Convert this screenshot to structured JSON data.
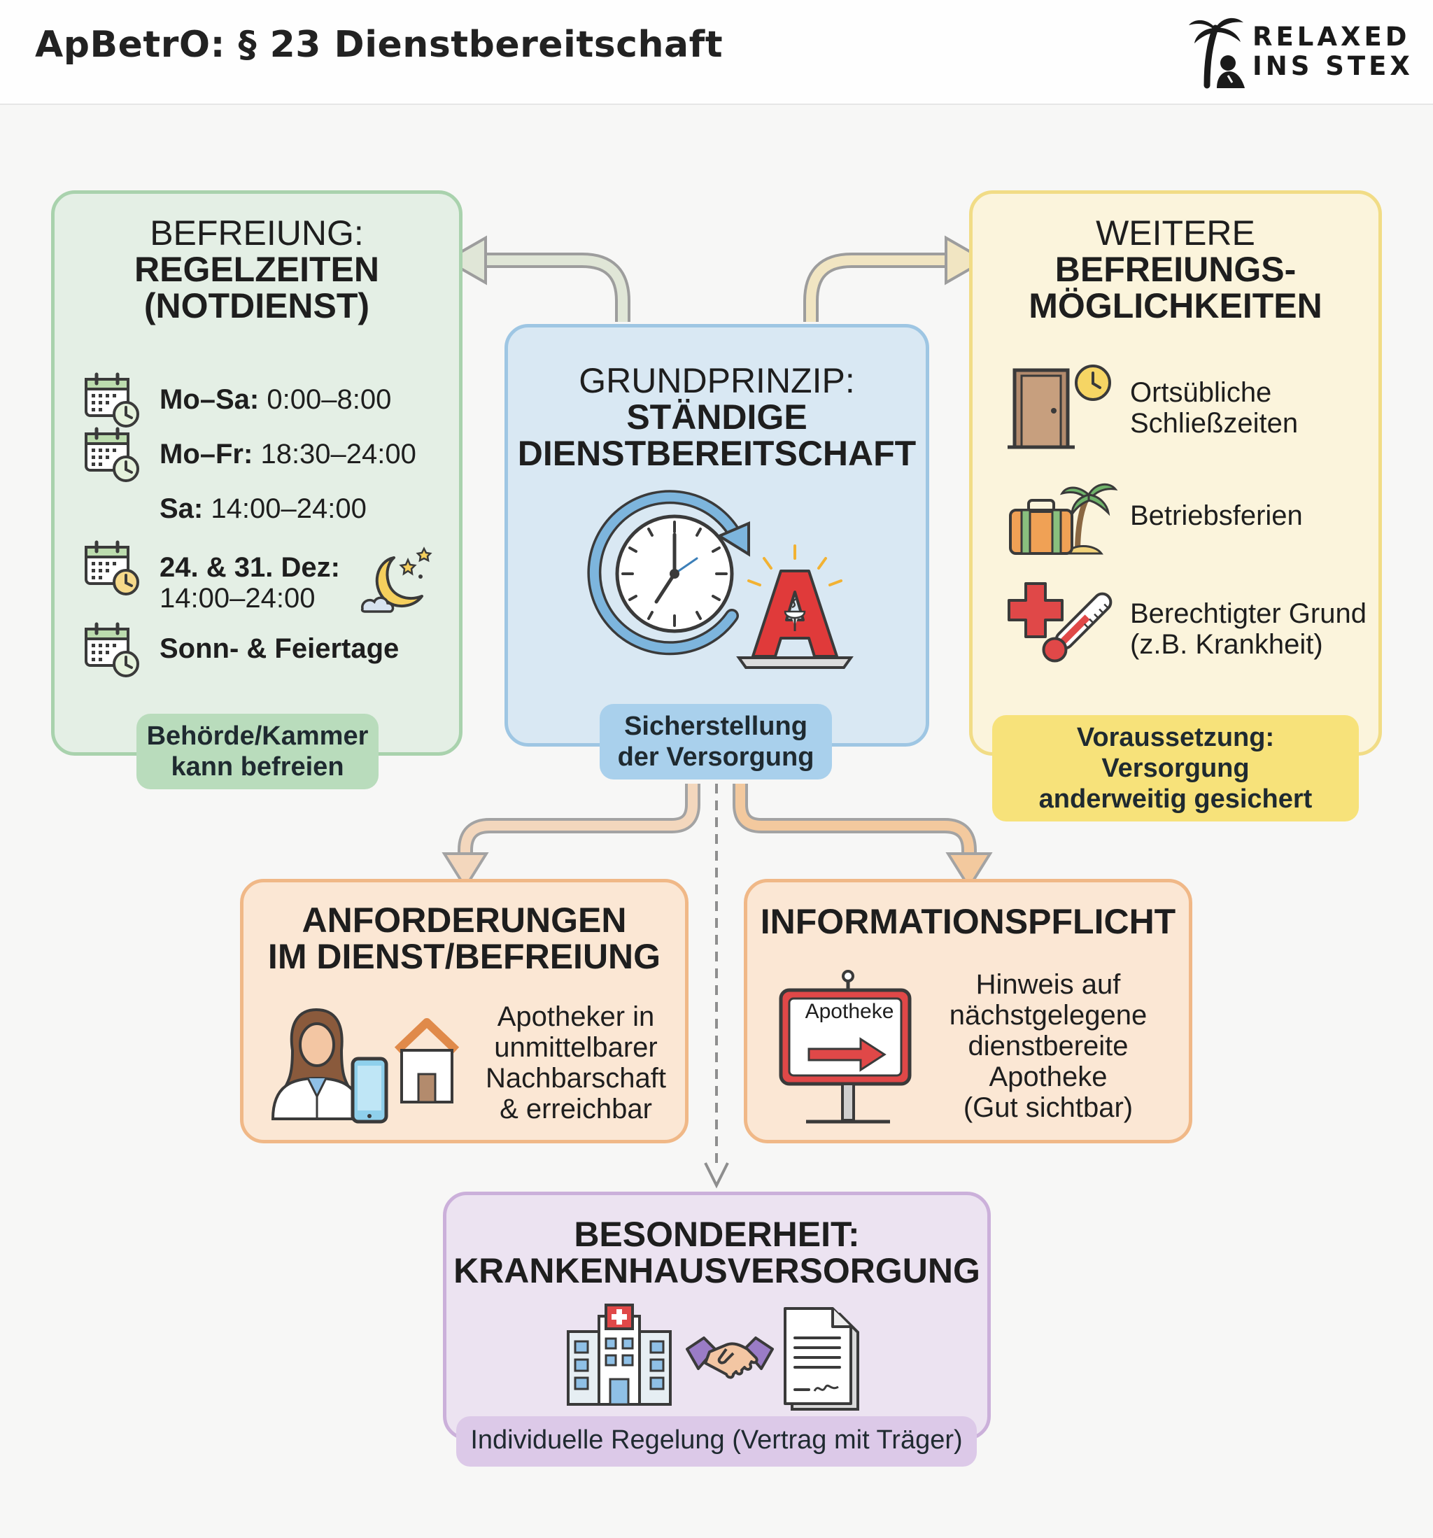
{
  "header": {
    "title": "ApBetrO: § 23 Dienstbereitschaft",
    "logo": {
      "line1": "RELAXED",
      "line2": "INS STEX"
    }
  },
  "befreiung": {
    "title_light": "BEFREIUNG:",
    "title_bold_1": "REGELZEITEN",
    "title_bold_2": "(NOTDIENST)",
    "rows": [
      {
        "label": "Mo–Sa:",
        "value": "0:00–8:00",
        "icon": "calendar-clock-icon"
      },
      {
        "label": "Mo–Fr:",
        "value": "18:30–24:00",
        "icon": "calendar-clock-icon"
      },
      {
        "label": "Sa:",
        "value": "14:00–24:00"
      },
      {
        "label": "24. & 31. Dez:",
        "value": "14:00–24:00",
        "icon": "calendar-clock-icon"
      },
      {
        "label": "Sonn- & Feiertage",
        "value": "",
        "icon": "calendar-clock-icon"
      }
    ],
    "pill": {
      "line1": "Behörde/Kammer",
      "line2": "kann befreien"
    }
  },
  "grundprinzip": {
    "title_light": "GRUNDPRINZIP:",
    "title_bold_1": "STÄNDIGE",
    "title_bold_2": "DIENSTBEREITSCHAFT",
    "pill": {
      "line1": "Sicherstellung",
      "line2": "der Versorgung"
    }
  },
  "weitere": {
    "title_light": "WEITERE",
    "title_bold_1": "BEFREIUNGS-",
    "title_bold_2": "MÖGLICHKEITEN",
    "items": [
      {
        "line1": "Ortsübliche",
        "line2": "Schließzeiten",
        "icon": "door-clock-icon"
      },
      {
        "line1": "Betriebsferien",
        "line2": "",
        "icon": "suitcase-palm-icon"
      },
      {
        "line1": "Berechtigter Grund",
        "line2": "(z.B. Krankheit)",
        "icon": "medical-cross-thermometer-icon"
      }
    ],
    "pill": {
      "line1": "Voraussetzung: Versorgung",
      "line2": "anderweitig gesichert"
    }
  },
  "anforderungen": {
    "title_1": "ANFORDERUNGEN",
    "title_2": "IM DIENST/BEFREIUNG",
    "text": [
      "Apotheker in",
      "unmittelbarer",
      "Nachbarschaft",
      "& erreichbar"
    ]
  },
  "information": {
    "title": "INFORMATIONSPFLICHT",
    "sign_label": "Apotheke",
    "text": [
      "Hinweis auf",
      "nächstgelegene",
      "dienstbereite",
      "Apotheke",
      "(Gut sichtbar)"
    ]
  },
  "krankenhaus": {
    "title_1": "BESONDERHEIT:",
    "title_2": "KRANKENHAUSVERSORGUNG",
    "pill": "Individuelle Regelung (Vertrag mit Träger)"
  },
  "colors": {
    "green_bg": "#e4efe5",
    "green_border": "#a9d2ad",
    "green_pill": "#b9dcbc",
    "blue_bg": "#d9e8f3",
    "blue_border": "#9ec6e3",
    "blue_pill": "#a9d0ec",
    "yellow_bg": "#fbf4dc",
    "yellow_border": "#f1dc86",
    "yellow_pill": "#f7e27a",
    "orange_bg": "#fbe7d4",
    "orange_border": "#f0b887",
    "purple_bg": "#ece3f1",
    "purple_border": "#cbb0da",
    "purple_pill": "#dcc9e8",
    "pharmacy_red": "#e03a3a"
  }
}
